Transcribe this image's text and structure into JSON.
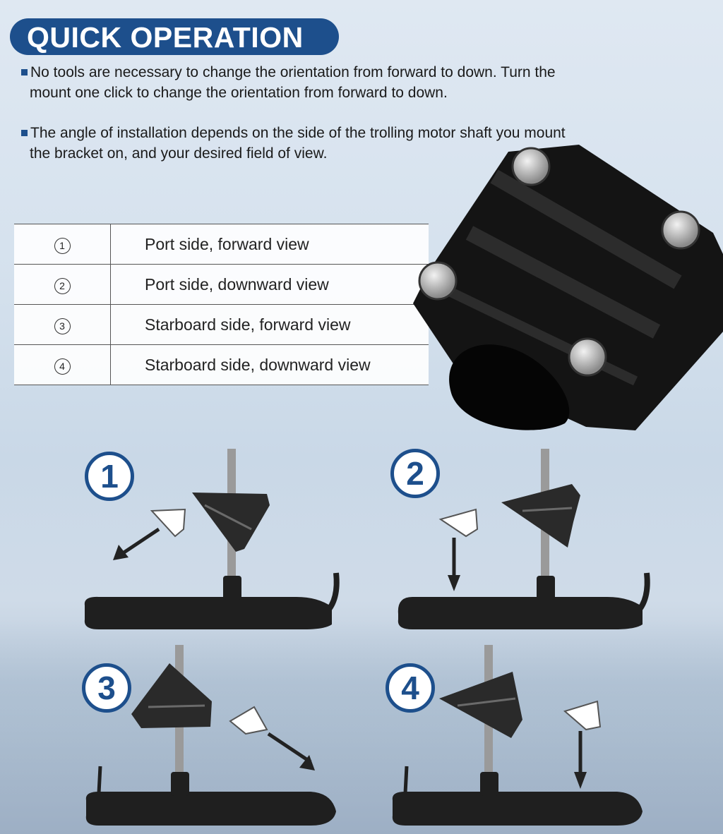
{
  "header": {
    "title": "QUICK OPERATION"
  },
  "bullets": [
    {
      "line1": "No tools are necessary to change the orientation from forward to down. Turn the",
      "line2": "mount one click to change the orientation from forward to down."
    },
    {
      "line1": "The angle of installation depends on the side of the trolling motor shaft you mount",
      "line2": "the bracket on, and your desired field of view."
    }
  ],
  "options": [
    {
      "num": "1",
      "label": "Port side, forward view"
    },
    {
      "num": "2",
      "label": "Port side, downward view"
    },
    {
      "num": "3",
      "label": "Starboard side, forward view"
    },
    {
      "num": "4",
      "label": "Starboard side, downward view"
    }
  ],
  "diagrams": [
    {
      "badge": "1"
    },
    {
      "badge": "2"
    },
    {
      "badge": "3"
    },
    {
      "badge": "4"
    }
  ],
  "colors": {
    "accent": "#1d4f8c",
    "bracket": "#1b1b1b"
  },
  "icons": [
    "mount-bracket-image",
    "transducer-icon",
    "direction-arrow-icon"
  ]
}
